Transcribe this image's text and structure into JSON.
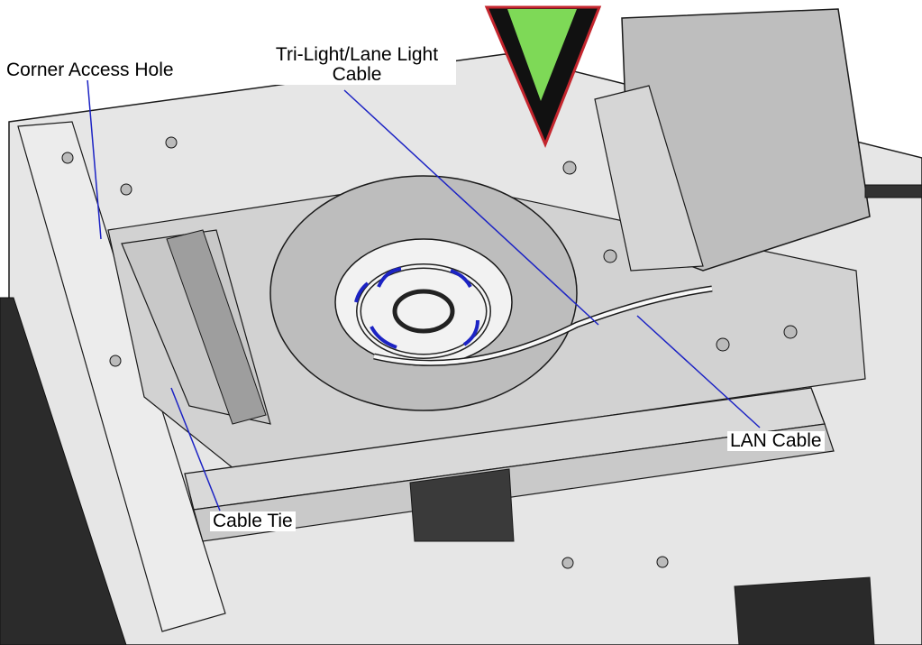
{
  "labels": {
    "corner_access_hole": "Corner Access Hole",
    "tri_light_cable_line1": "Tri-Light/Lane Light",
    "tri_light_cable_line2": "Cable",
    "lan_cable": "LAN Cable",
    "cable_tie": "Cable Tie"
  },
  "colors": {
    "leader_line": "#1c23c4",
    "panel_fill": "#e3e3e3",
    "sign_green": "#7ed957",
    "sign_red": "#c4262e",
    "outline": "#1a1a1a"
  }
}
